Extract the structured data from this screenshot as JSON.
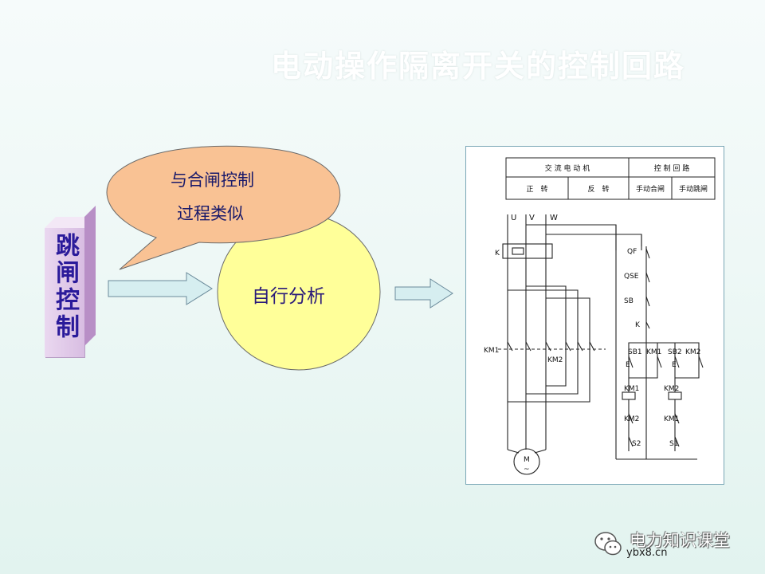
{
  "slide": {
    "title": "电动操作隔离开关的控制回路"
  },
  "left_label": "跳闸控制",
  "bubble": {
    "line1": "与合闸控制",
    "line2": "过程类似"
  },
  "circle_label": "自行分析",
  "schematic": {
    "header": {
      "group1": "交 流 电 动 机",
      "group2": "控 制 回 路",
      "sub": [
        "正　转",
        "反　转",
        "手动合闸",
        "手动跳闸"
      ]
    },
    "phase_labels": [
      "U",
      "V",
      "W"
    ],
    "labels": {
      "k": "K",
      "km1_left": "KM1",
      "km2_mid": "KM2",
      "motor_m": "M",
      "motor_tilde": "~",
      "qf": "QF",
      "qse": "QSE",
      "sb": "SB",
      "k_right": "K",
      "sb1": "SB1",
      "km1_a": "KM1",
      "sb2": "SB2",
      "km2_a": "KM2",
      "e1": "E",
      "e2": "E",
      "km1_coil": "KM1",
      "km2_coil": "KM2",
      "km2_il": "KM2",
      "km1_il": "KM1",
      "s2": "S2",
      "s1": "S1"
    }
  },
  "watermark": {
    "name": "电力知识课堂",
    "url": "ybx8.cn"
  }
}
